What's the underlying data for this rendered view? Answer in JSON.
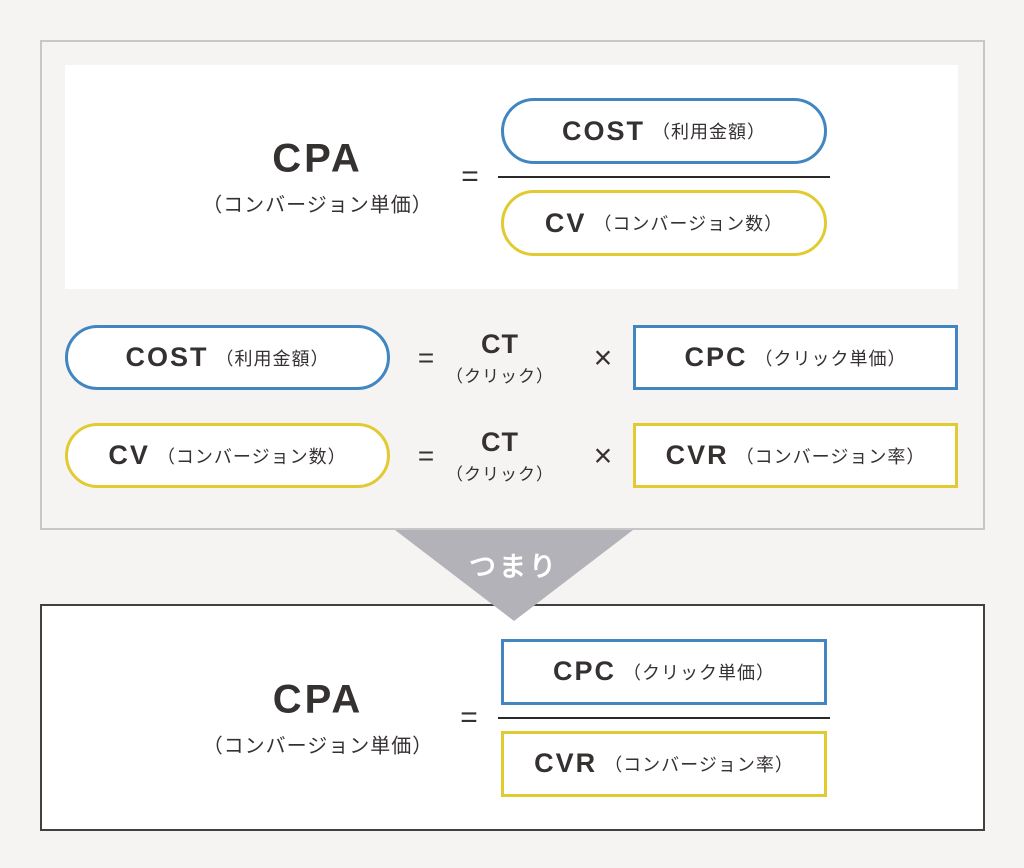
{
  "palette": {
    "page_bg": "#f6f4f3",
    "panel_bg": "#f6f4f3",
    "card_bg": "#ffffff",
    "blue": "#4186c0",
    "yellow": "#e2ca33",
    "text": "#353130",
    "panel_border": "#c8c6c7",
    "dark_border": "#434041",
    "arrow_gray": "#b3b2b8",
    "line": "#2b2828"
  },
  "top_panel": {
    "cpa_formula": {
      "term": "CPA",
      "term_sub": "（コンバージョン単価）",
      "equals": "=",
      "numerator": {
        "abbr": "COST",
        "label": "（利用金額）"
      },
      "denominator": {
        "abbr": "CV",
        "label": "（コンバージョン数）"
      }
    },
    "cost_formula": {
      "left": {
        "abbr": "COST",
        "label": "（利用金額）"
      },
      "equals": "=",
      "mid": {
        "abbr": "CT",
        "label": "（クリック）"
      },
      "times": "×",
      "right": {
        "abbr": "CPC",
        "label": "（クリック単価）"
      }
    },
    "cv_formula": {
      "left": {
        "abbr": "CV",
        "label": "（コンバージョン数）"
      },
      "equals": "=",
      "mid": {
        "abbr": "CT",
        "label": "（クリック）"
      },
      "times": "×",
      "right": {
        "abbr": "CVR",
        "label": "（コンバージョン率）"
      }
    }
  },
  "connector": {
    "label": "つまり"
  },
  "bottom_panel": {
    "term": "CPA",
    "term_sub": "（コンバージョン単価）",
    "equals": "=",
    "numerator": {
      "abbr": "CPC",
      "label": "（クリック単価）"
    },
    "denominator": {
      "abbr": "CVR",
      "label": "（コンバージョン率）"
    }
  }
}
